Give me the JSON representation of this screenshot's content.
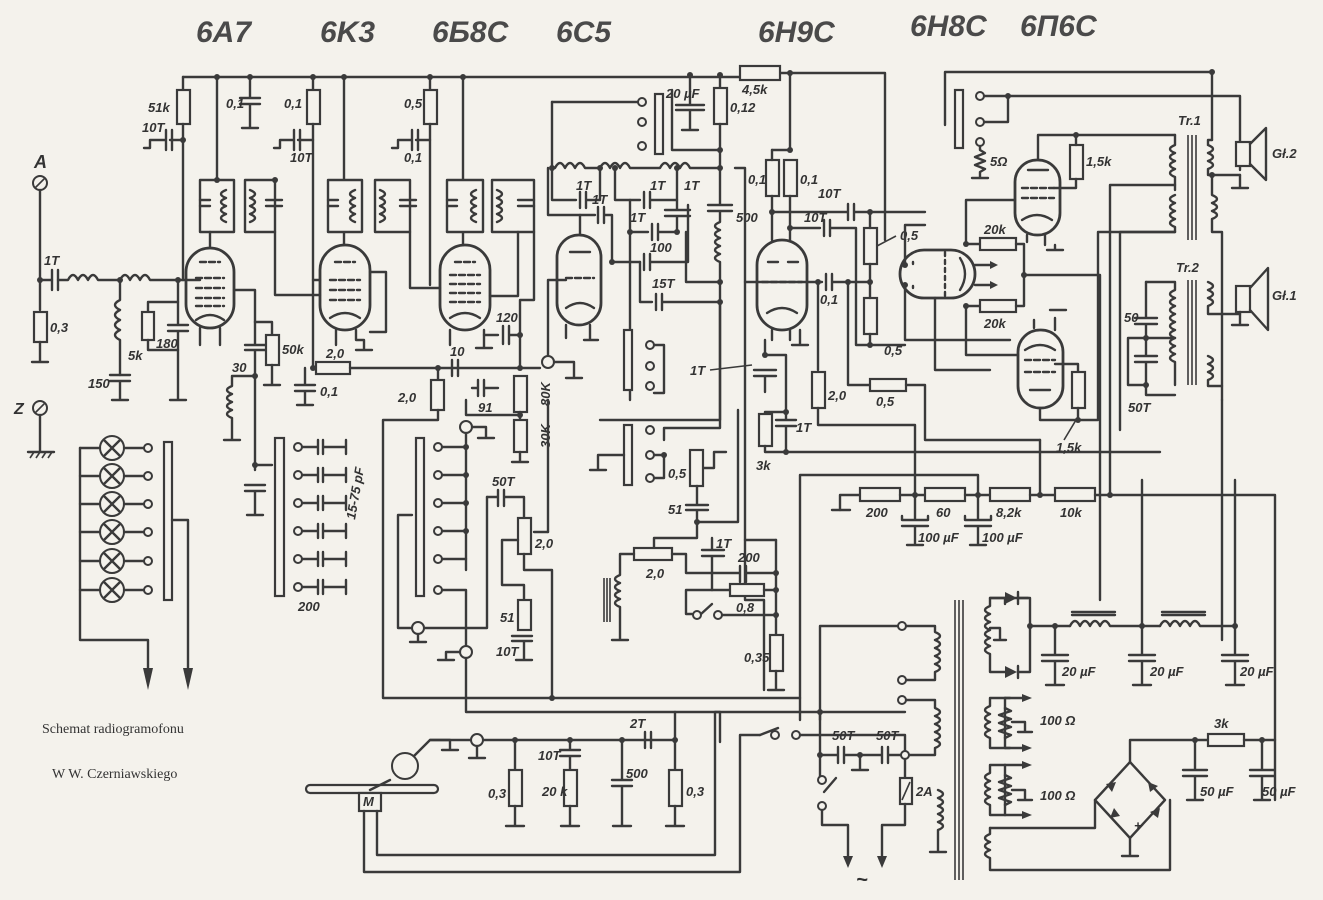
{
  "title": {
    "line1": "Schemat radiogramofonu",
    "line2": "W W. Czerniawskiego"
  },
  "tubes": [
    {
      "id": "6A7",
      "label": "6A7"
    },
    {
      "id": "6K3",
      "label": "6K3"
    },
    {
      "id": "6B8C",
      "label": "6Б8С"
    },
    {
      "id": "6C5",
      "label": "6С5"
    },
    {
      "id": "6H9C",
      "label": "6Н9С"
    },
    {
      "id": "6H8C",
      "label": "6Н8С"
    },
    {
      "id": "6P6C",
      "label": "6П6С"
    }
  ],
  "terminals": {
    "antenna": "A",
    "ground": "Z"
  },
  "components": {
    "input": {
      "c_1T": "1T",
      "r_03": "0,3",
      "c_150": "150",
      "r_5k": "5k",
      "c_180": "180"
    },
    "mixer": {
      "r_51k": "51k",
      "c_10T": "10T",
      "c_01": "0,1",
      "c_30": "30",
      "r_50k": "50k",
      "r_20": "2,0",
      "c_01b": "0,1"
    },
    "if_amp": {
      "r_01": "0,1",
      "c_10T": "10T",
      "r_05": "0,5",
      "c_01": "0,1"
    },
    "detector": {
      "c_120": "120",
      "c_10": "10",
      "r_20": "2,0",
      "c_91": "91",
      "r_80k": "80K",
      "r_30k": "30K"
    },
    "trimmers": {
      "range": "15-75 pF",
      "fixed": "200"
    },
    "tone": {
      "c_50T": "50T",
      "r_20": "2,0",
      "r_51": "51",
      "c_10T": "10T"
    },
    "oscillator": {
      "c_20uF": "20 µF",
      "r_45k": "4,5k",
      "r_012": "0,12",
      "c_1T_a": "1T",
      "c_1T_b": "1T",
      "c_1T_c": "1T",
      "c_1T_d": "1T",
      "c_1T_e": "1T",
      "c_100": "100",
      "c_15T": "15T",
      "c_500": "500"
    },
    "preamp": {
      "r_01a": "0,1",
      "r_01b": "0,1",
      "c_10T_a": "10T",
      "c_10T_b": "10T",
      "c_01": "0,1",
      "r_05a": "0,5",
      "r_05b": "0,5",
      "r_05c": "0,5",
      "c_1T": "1T",
      "c_1T2": "1T",
      "r_3k": "3k",
      "r_20": "2,0"
    },
    "volume": {
      "r_05": "0,5",
      "c_51": "51",
      "r_20": "2,0",
      "c_1T": "1T",
      "c_200": "200",
      "r_08": "0,8",
      "r_035": "0,35"
    },
    "output": {
      "r_20k_a": "20k",
      "r_20k_b": "20k",
      "r_15k_a": "1,5k",
      "r_15k_b": "1,5k",
      "r_5ohm": "5Ω",
      "c_50": "50",
      "c_50T": "50T",
      "tr1": "Tr.1",
      "tr2": "Tr.2",
      "gl2": "Gł.2",
      "gl1": "Gł.1"
    },
    "divider": {
      "r_200": "200",
      "r_60": "60",
      "r_82k": "8,2k",
      "r_10k": "10k",
      "c_100uF_a": "100 µF",
      "c_100uF_b": "100 µF"
    },
    "pickup": {
      "r_03a": "0,3",
      "c_10T": "10T",
      "r_20": "20 k",
      "c_500": "500",
      "c_2T": "2T",
      "r_03b": "0,3"
    },
    "power": {
      "c_50T_a": "50T",
      "c_50T_b": "50T",
      "fuse": "2A",
      "mains": "~",
      "r_100a": "100 Ω",
      "r_100b": "100 Ω",
      "c_20uF_a": "20 µF",
      "c_20uF_b": "20 µF",
      "c_20uF_c": "20 µF",
      "r_3k": "3k",
      "c_50uF_a": "50 µF",
      "c_50uF_b": "50 µF"
    }
  },
  "colors": {
    "ink": "#3a3a3a",
    "paper": "#f4f2ec"
  }
}
